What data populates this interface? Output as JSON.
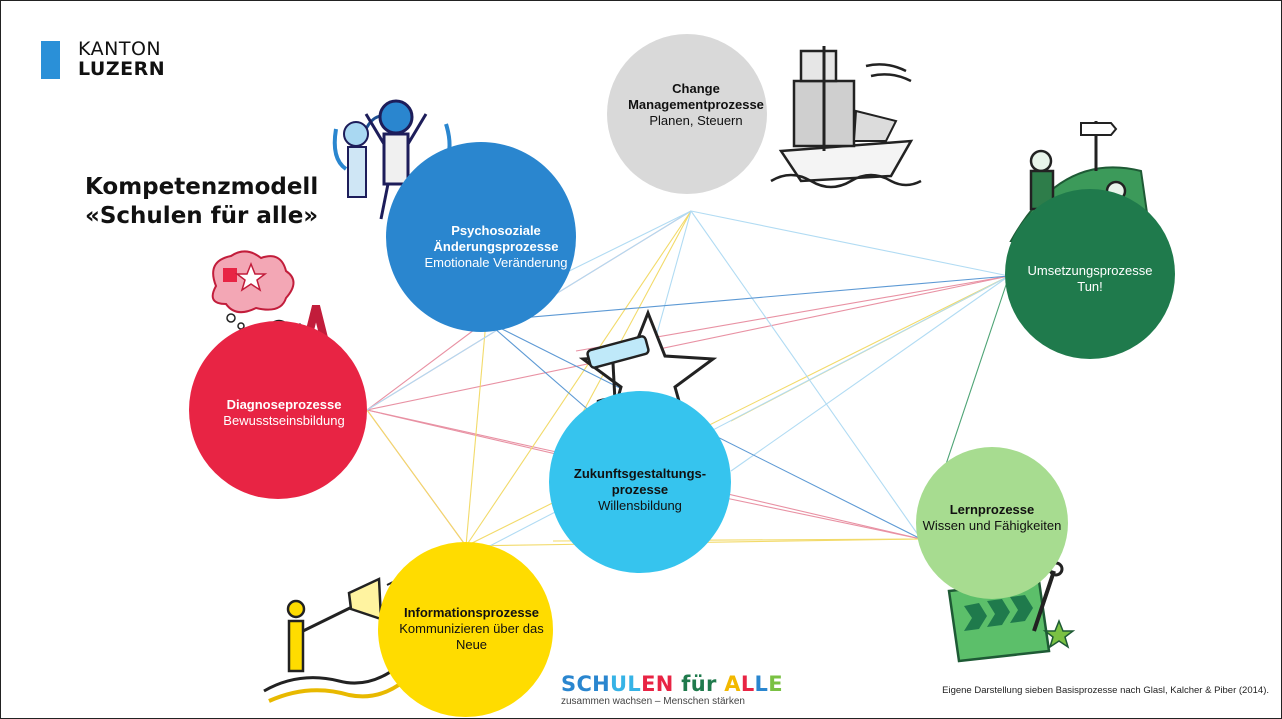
{
  "logo": {
    "line1": "KANTON",
    "line2": "LUZERN",
    "color": "#2a90d8"
  },
  "title": {
    "line1": "Kompetenzmodell",
    "line2": "«Schulen für alle»"
  },
  "processes": {
    "change": {
      "name_line1": "Change",
      "name_line2": "Managementprozesse",
      "desc": "Planen, Steuern",
      "color": "#d9d9d9"
    },
    "psycho": {
      "name_line1": "Psychosoziale",
      "name_line2": "Änderungsprozesse",
      "desc": "Emotionale Veränderung",
      "color": "#2a86cf"
    },
    "umsetzung": {
      "name": "Umsetzungsprozesse",
      "desc": "Tun!",
      "color": "#1f7a4c"
    },
    "diagnose": {
      "name": "Diagnoseprozesse",
      "desc": "Bewusstseinsbildung",
      "color": "#e82444"
    },
    "zukunft": {
      "name_line1": "Zukunftsgestaltungs-",
      "name_line2": "prozesse",
      "desc": "Willensbildung",
      "color": "#36c4ee"
    },
    "lern": {
      "name": "Lernprozesse",
      "desc": "Wissen und Fähigkeiten",
      "color": "#a7dc90"
    },
    "info": {
      "name": "Informationsprozesse",
      "desc": "Kommunizieren über das Neue",
      "color": "#ffdc00"
    }
  },
  "illustrations": {
    "change": "pirate-ship-icon",
    "psycho": "emotional-person-icon",
    "umsetzung": "hikers-icon",
    "diagnose": "thinking-person-icon",
    "zukunft": "star-paint-roller-icon",
    "lern": "book-tools-icon",
    "info": "megaphone-surfer-icon"
  },
  "footer_logo": {
    "letters": [
      {
        "ch": "S",
        "color": "#2a86cf"
      },
      {
        "ch": "C",
        "color": "#2a86cf"
      },
      {
        "ch": "H",
        "color": "#2a86cf"
      },
      {
        "ch": "U",
        "color": "#36b3e6"
      },
      {
        "ch": "L",
        "color": "#36b3e6"
      },
      {
        "ch": "E",
        "color": "#e82444"
      },
      {
        "ch": "N",
        "color": "#e82444"
      },
      {
        "ch": " ",
        "color": "#000"
      },
      {
        "ch": "f",
        "color": "#1f7a4c"
      },
      {
        "ch": "ü",
        "color": "#1f7a4c"
      },
      {
        "ch": "r",
        "color": "#1f7a4c"
      },
      {
        "ch": " ",
        "color": "#000"
      },
      {
        "ch": "A",
        "color": "#f2b800"
      },
      {
        "ch": "L",
        "color": "#e82444"
      },
      {
        "ch": "L",
        "color": "#2a86cf"
      },
      {
        "ch": "E",
        "color": "#7ac143"
      }
    ],
    "tagline": "zusammen wachsen – Menschen stärken"
  },
  "source": "Eigene Darstellung sieben Basisprozesse nach Glasl, Kalcher & Piber (2014)."
}
